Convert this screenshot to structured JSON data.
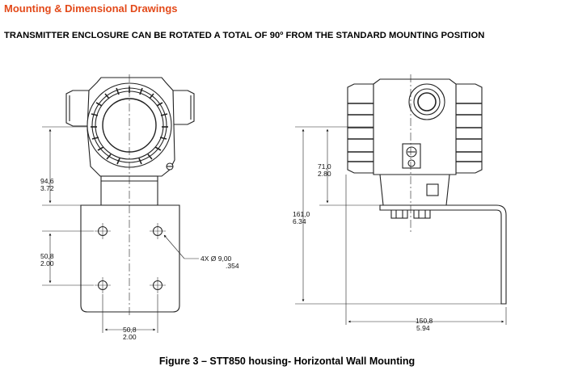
{
  "header": {
    "title": "Mounting & Dimensional Drawings",
    "subtitle": "TRANSMITTER ENCLOSURE CAN BE ROTATED A TOTAL OF 90º FROM THE STANDARD MOUNTING POSITION"
  },
  "front_view": {
    "height_mm": "94,6",
    "height_in": "3.72",
    "hole_vspacing_mm": "50,8",
    "hole_vspacing_in": "2.00",
    "hole_note_mm": "4X Ø 9,00",
    "hole_note_in": ".354",
    "hole_hspacing_mm": "50,8",
    "hole_hspacing_in": "2.00"
  },
  "side_view": {
    "upper_height_mm": "71,0",
    "upper_height_in": "2.80",
    "total_height_mm": "161,0",
    "total_height_in": "6.34",
    "width_mm": "150,8",
    "width_in": "5.94"
  },
  "caption": "Figure 3 – STT850 housing- Horizontal Wall Mounting"
}
